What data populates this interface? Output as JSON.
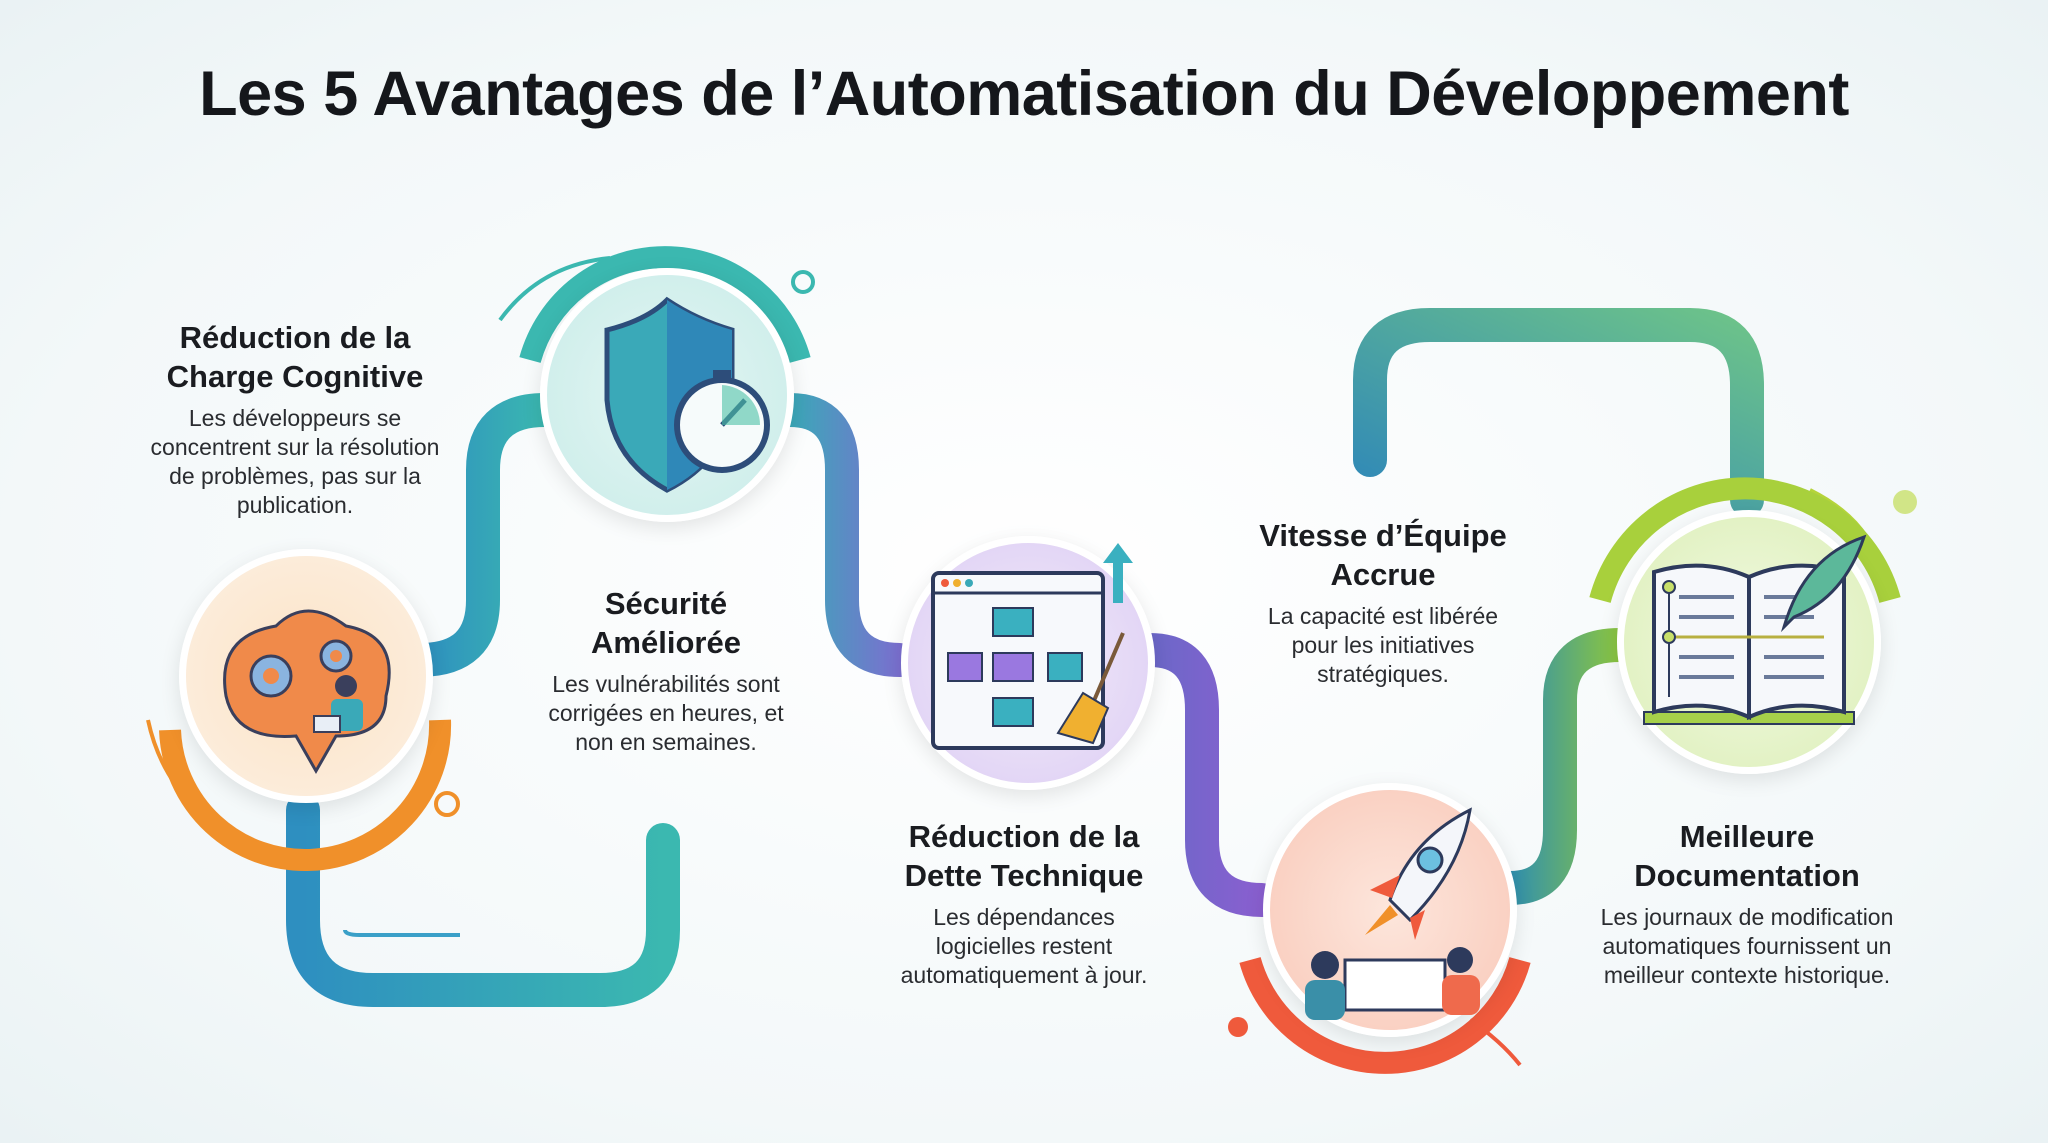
{
  "title": "Les 5 Avantages de l’Automatisation du Développement",
  "items": [
    {
      "title_1": "Réduction de la",
      "title_2": "Charge Cognitive",
      "desc_1": "Les développeurs se",
      "desc_2": "concentrent sur la résolution",
      "desc_3": "de problèmes, pas sur la",
      "desc_4": "publication.",
      "icon": "brain-gears-icon",
      "color": "#f0902a"
    },
    {
      "title_1": "Sécurité",
      "title_2": "Améliorée",
      "desc_1": "Les vulnérabilités sont",
      "desc_2": "corrigées en heures, et",
      "desc_3": "non en semaines.",
      "icon": "shield-stopwatch-icon",
      "color": "#3bb8b0"
    },
    {
      "title_1": "Réduction de la",
      "title_2": "Dette Technique",
      "desc_1": "Les dépendances",
      "desc_2": "logicielles restent",
      "desc_3": "automatiquement à jour.",
      "icon": "flowchart-broom-icon",
      "color": "#8a6fd6"
    },
    {
      "title_1": "Vitesse d’Équipe",
      "title_2": "Accrue",
      "desc_1": "La capacité est libérée",
      "desc_2": "pour les initiatives",
      "desc_3": "stratégiques.",
      "icon": "rocket-team-icon",
      "color": "#ef5a3c"
    },
    {
      "title_1": "Meilleure",
      "title_2": "Documentation",
      "desc_1": "Les journaux de modification",
      "desc_2": "automatiques fournissent un",
      "desc_3": "meilleur contexte historique.",
      "icon": "open-book-quill-icon",
      "color": "#9ccc3a"
    }
  ]
}
